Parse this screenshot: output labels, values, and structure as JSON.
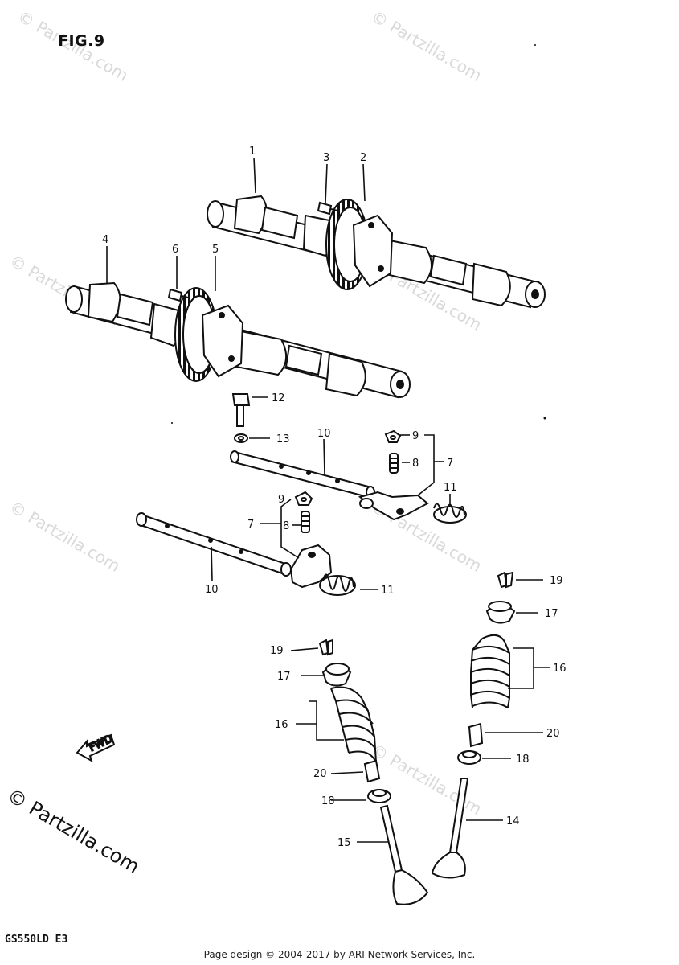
{
  "figure": {
    "title": "FIG.9",
    "model_code": "GS550LD E3",
    "footer": "Page design © 2004-2017 by ARI Network Services, Inc.",
    "watermark": "© Partzilla.com",
    "fwd_label": "FWD"
  },
  "callouts": [
    {
      "id": "c1",
      "label": "1"
    },
    {
      "id": "c2",
      "label": "2"
    },
    {
      "id": "c3",
      "label": "3"
    },
    {
      "id": "c4",
      "label": "4"
    },
    {
      "id": "c5",
      "label": "5"
    },
    {
      "id": "c6",
      "label": "6"
    },
    {
      "id": "c12",
      "label": "12"
    },
    {
      "id": "c13",
      "label": "13"
    },
    {
      "id": "c10a",
      "label": "10"
    },
    {
      "id": "c9a",
      "label": "9"
    },
    {
      "id": "c8a",
      "label": "8"
    },
    {
      "id": "c7a",
      "label": "7"
    },
    {
      "id": "c11a",
      "label": "11"
    },
    {
      "id": "c9b",
      "label": "9"
    },
    {
      "id": "c7b",
      "label": "7"
    },
    {
      "id": "c8b",
      "label": "8"
    },
    {
      "id": "c10b",
      "label": "10"
    },
    {
      "id": "c11b",
      "label": "11"
    },
    {
      "id": "c19a",
      "label": "19"
    },
    {
      "id": "c17a",
      "label": "17"
    },
    {
      "id": "c16a",
      "label": "16"
    },
    {
      "id": "c20a",
      "label": "20"
    },
    {
      "id": "c18a",
      "label": "18"
    },
    {
      "id": "c14",
      "label": "14"
    },
    {
      "id": "c19b",
      "label": "19"
    },
    {
      "id": "c17b",
      "label": "17"
    },
    {
      "id": "c16b",
      "label": "16"
    },
    {
      "id": "c20b",
      "label": "20"
    },
    {
      "id": "c18b",
      "label": "18"
    },
    {
      "id": "c15",
      "label": "15"
    }
  ]
}
